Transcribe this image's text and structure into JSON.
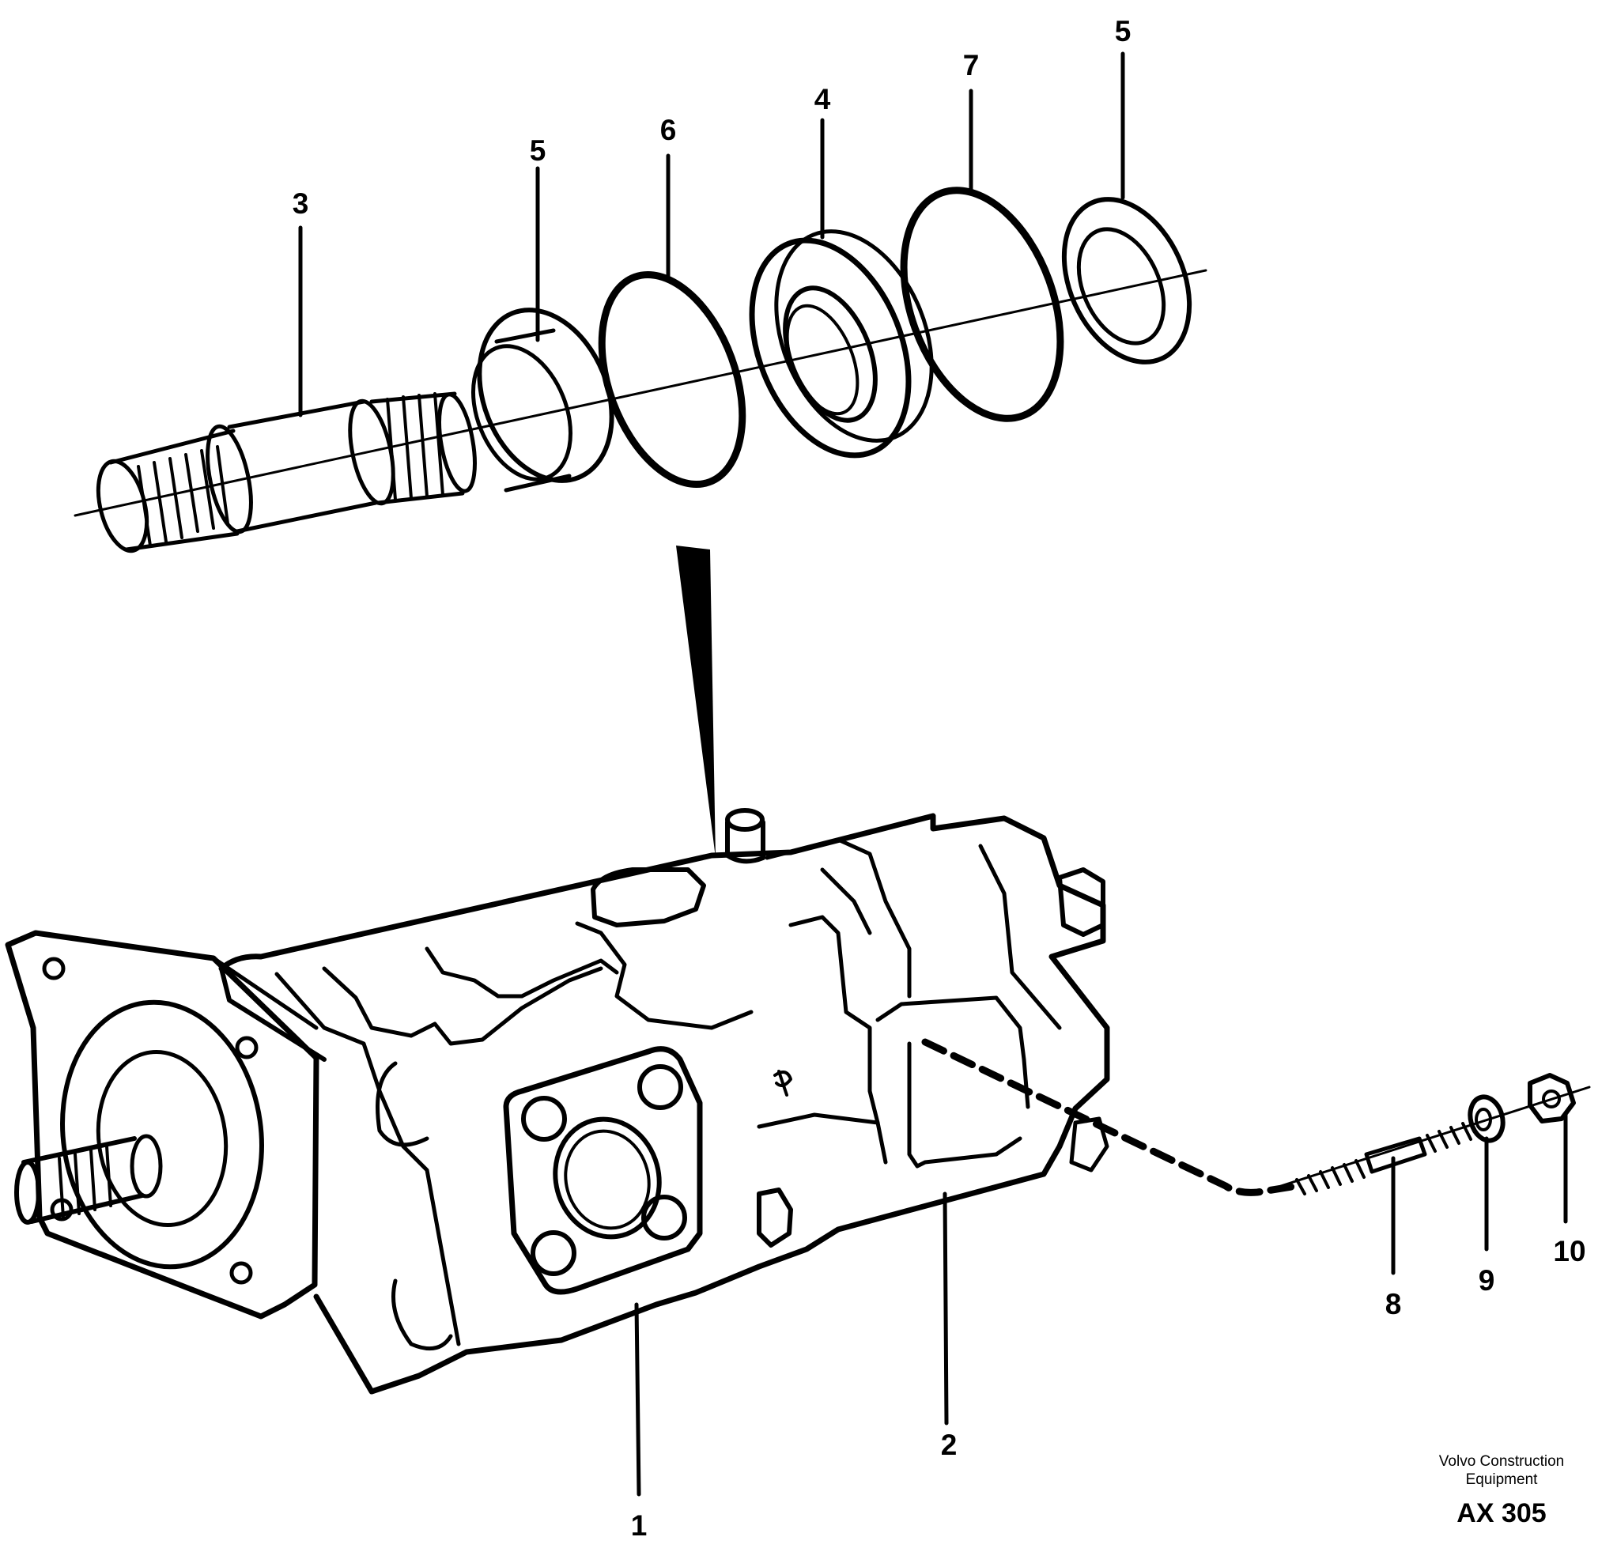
{
  "diagram": {
    "callouts": [
      {
        "id": "c3",
        "label": "3"
      },
      {
        "id": "c5a",
        "label": "5"
      },
      {
        "id": "c6",
        "label": "6"
      },
      {
        "id": "c4",
        "label": "4"
      },
      {
        "id": "c7",
        "label": "7"
      },
      {
        "id": "c5b",
        "label": "5"
      },
      {
        "id": "c1",
        "label": "1"
      },
      {
        "id": "c2",
        "label": "2"
      },
      {
        "id": "c8",
        "label": "8"
      },
      {
        "id": "c9",
        "label": "9"
      },
      {
        "id": "c10",
        "label": "10"
      }
    ]
  },
  "credit": {
    "line1": "Volvo Construction",
    "line2": "Equipment",
    "code": "AX 305"
  }
}
